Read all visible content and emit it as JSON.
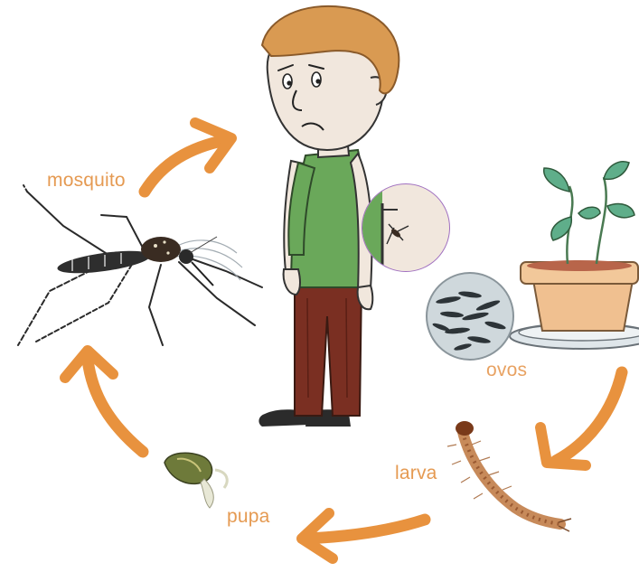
{
  "stages": {
    "mosquito": "mosquito",
    "ovos": "ovos",
    "larva": "larva",
    "pupa": "pupa"
  },
  "colors": {
    "arrow": "#e8923e",
    "label": "#e59a52",
    "shirt": "#6aa85a",
    "trousers": "#7a2f22",
    "hair": "#d99a52",
    "skin": "#f1e7dd",
    "pot": "#f0c090",
    "soil": "#b8654a",
    "leaf": "#5fae8a",
    "egg_dish": "#cfd8dc",
    "zoom_circle": "#a070c0"
  },
  "icons": [
    "mosquito-icon",
    "boy-figure",
    "plant-pot-icon",
    "eggs-dish-icon",
    "larva-icon",
    "pupa-icon",
    "zoom-magnifier-icon"
  ]
}
